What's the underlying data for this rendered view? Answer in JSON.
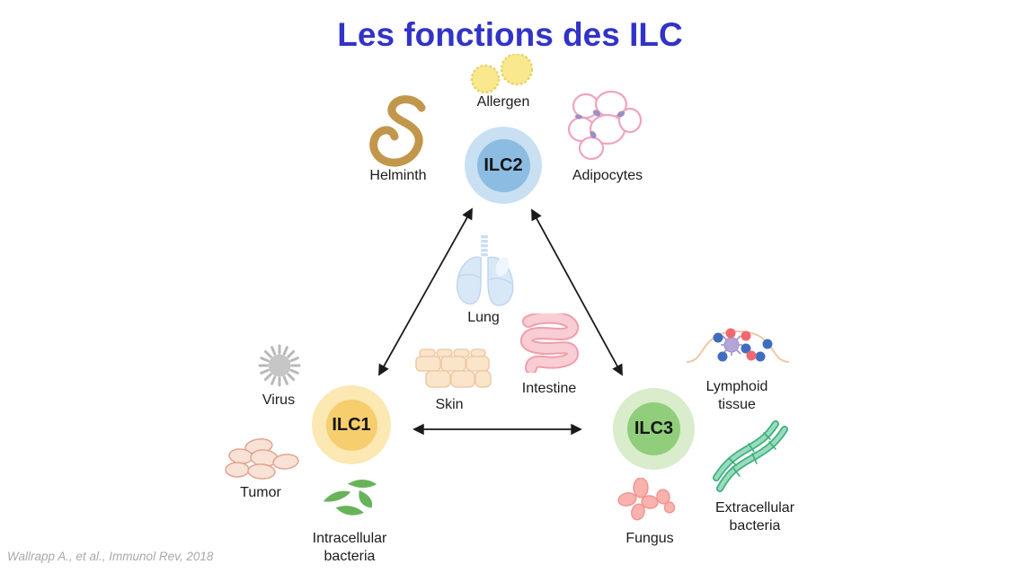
{
  "title": "Les fonctions des ILC",
  "citation": "Wallrapp A., et al., Immunol Rev, 2018",
  "colors": {
    "title_blue": "#3233c7",
    "arrow_black": "#1a1a1a",
    "ilc2_outer": "#c9e0f3",
    "ilc2_inner": "#8cbce2",
    "ilc1_outer": "#fbe8b2",
    "ilc1_inner": "#f7ce6e",
    "ilc3_outer": "#d9eccb",
    "ilc3_inner": "#90ce7b",
    "allergen_yellow": "#f9e88e",
    "helminth_tan": "#c2974c",
    "adipocyte_pink": "#f2a3c0",
    "lung_blue": "#d9e8f6",
    "skin_cream": "#fae5cb",
    "intestine_pink": "#f8cdd3",
    "virus_gray": "#c6c6c6",
    "tumor_peach": "#f8e1d5",
    "green_bacteria": "#68b359",
    "lymphoid_blue": "#3f6ec0",
    "lymphoid_red": "#f1686f",
    "fungus_pink": "#f9b2ad",
    "extracellular_green": "#4db98d"
  },
  "nodes": {
    "ilc2": {
      "label": "ILC2"
    },
    "ilc1": {
      "label": "ILC1"
    },
    "ilc3": {
      "label": "ILC3"
    }
  },
  "items": {
    "allergen": {
      "label": "Allergen",
      "icon": "allergen-pollen-icon"
    },
    "helminth": {
      "label": "Helminth",
      "icon": "helminth-worm-icon"
    },
    "adipocytes": {
      "label": "Adipocytes",
      "icon": "adipocytes-cells-icon"
    },
    "lung": {
      "label": "Lung",
      "icon": "lung-icon"
    },
    "skin": {
      "label": "Skin",
      "icon": "skin-epithelium-icon"
    },
    "intestine": {
      "label": "Intestine",
      "icon": "intestine-icon"
    },
    "virus": {
      "label": "Virus",
      "icon": "virus-icon"
    },
    "tumor": {
      "label": "Tumor",
      "icon": "tumor-cells-icon"
    },
    "intracellular_bacteria": {
      "label": "Intracellular bacteria",
      "icon": "intracellular-bacteria-icon"
    },
    "lymphoid_tissue": {
      "label": "Lymphoid tissue",
      "icon": "lymphoid-tissue-icon"
    },
    "fungus": {
      "label": "Fungus",
      "icon": "fungus-yeast-icon"
    },
    "extracellular_bacteria": {
      "label": "Extracellular bacteria",
      "icon": "extracellular-bacteria-icon"
    }
  }
}
